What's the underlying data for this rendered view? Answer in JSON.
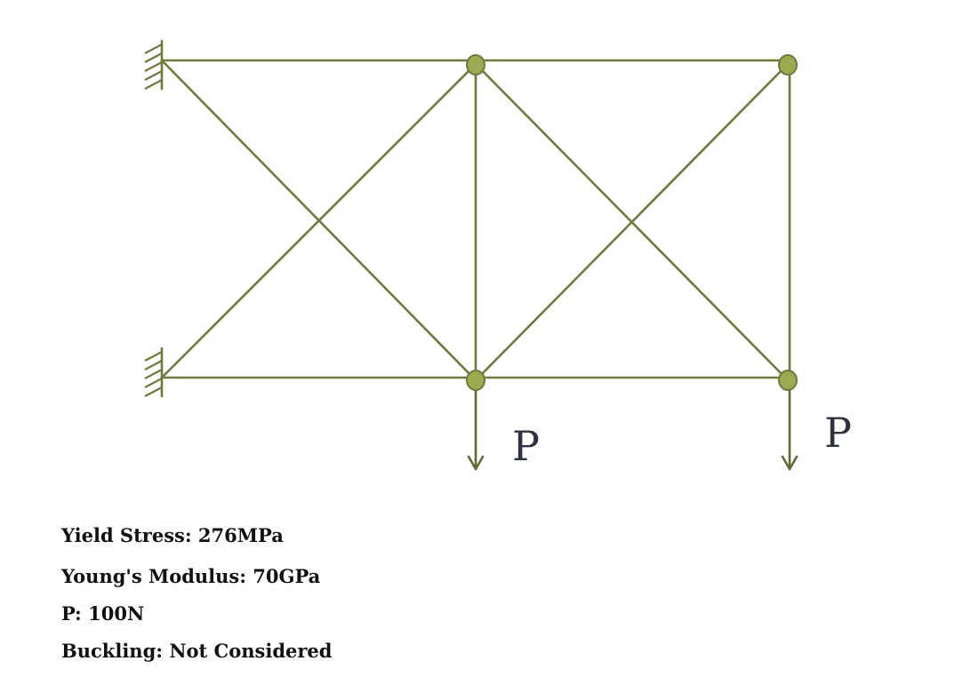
{
  "diagram": {
    "load_labels": [
      "P",
      "P"
    ],
    "colors": {
      "member": "#6e7a3f",
      "node_fill": "#9daa52",
      "label": "#2f3340"
    },
    "icons": [
      "fixed-support-icon",
      "load-arrow-icon"
    ]
  },
  "specs": {
    "yield_stress": "Yield Stress: 276MPa",
    "youngs_modulus": "Young's Modulus: 70GPa",
    "p": "P: 100N",
    "buckling": "Buckling: Not Considered"
  }
}
